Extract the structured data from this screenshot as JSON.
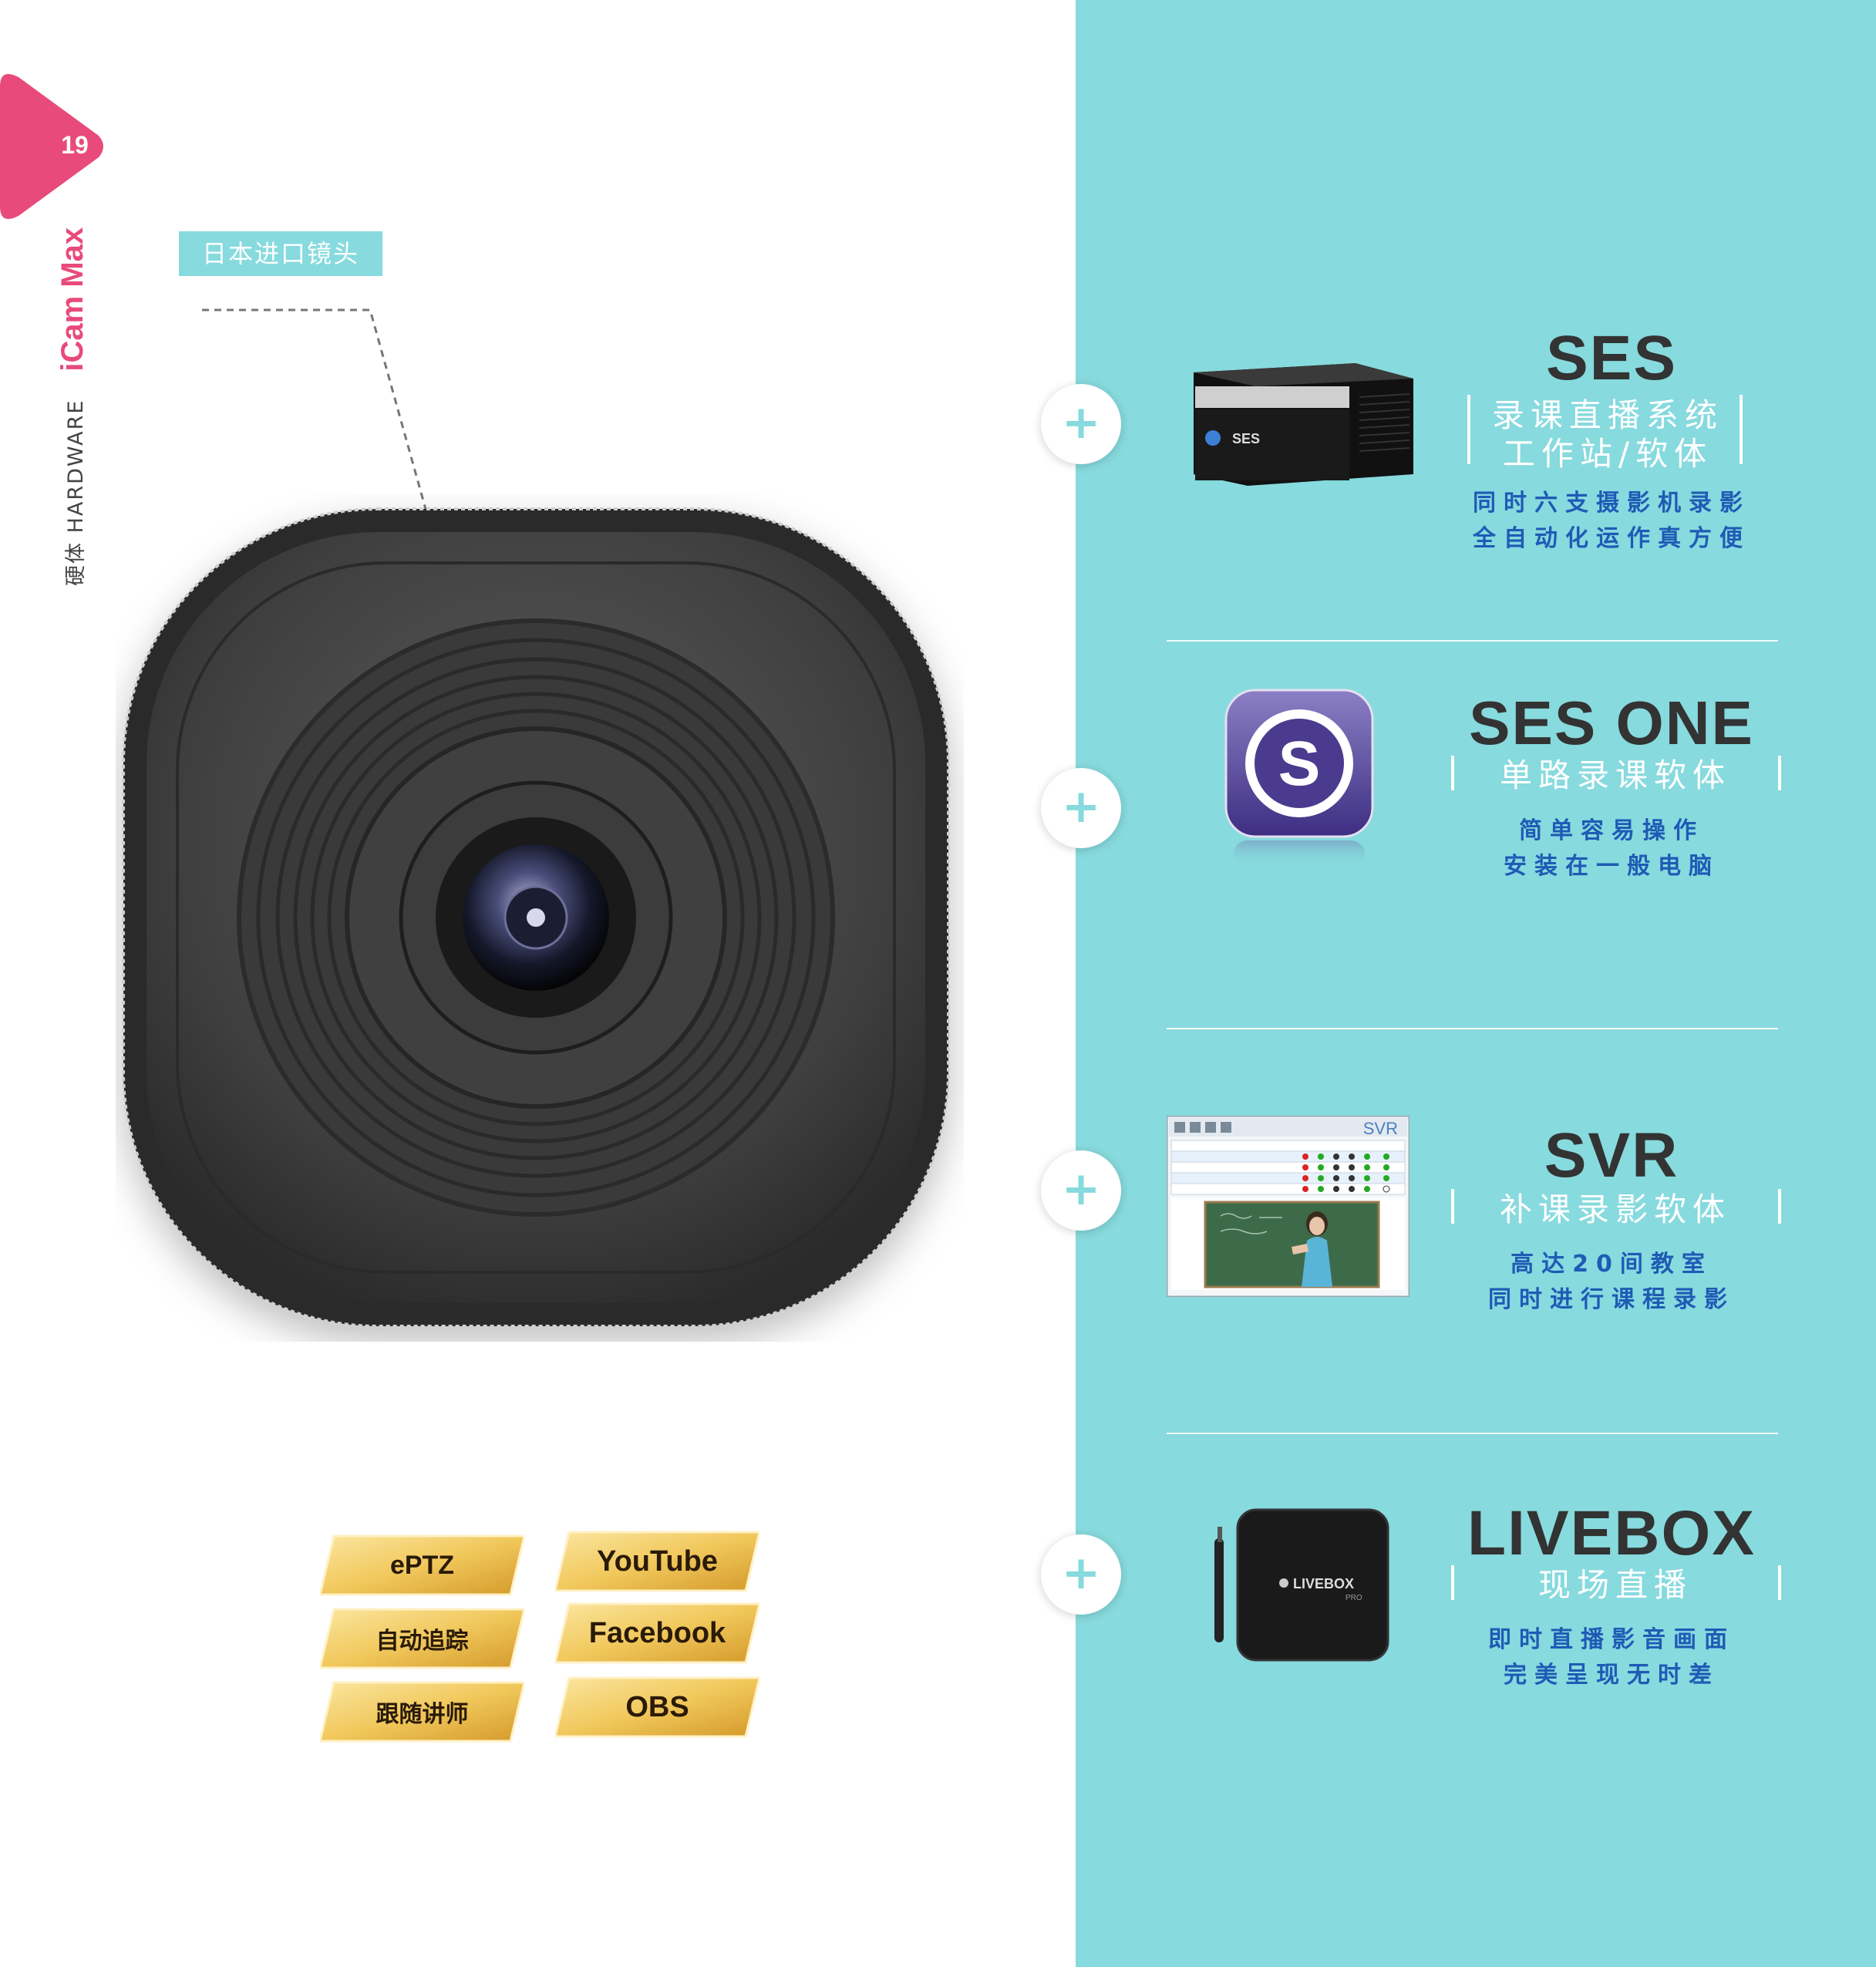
{
  "page": {
    "number": "19",
    "section_cn": "硬体",
    "section_en": "HARDWARE",
    "product": "iCam Max"
  },
  "lens_label": "日本进口镜头",
  "features": [
    "ePTZ",
    "自动追踪",
    "跟随讲师"
  ],
  "platforms": [
    "YouTube",
    "Facebook",
    "OBS"
  ],
  "colors": {
    "accent_pink": "#e84a7c",
    "panel_teal": "#87dade",
    "desc_blue": "#1f5bb5"
  },
  "plus_icon": "+",
  "products": [
    {
      "title": "SES",
      "subtitle": [
        "录课直播系统",
        "工作站/软体"
      ],
      "desc": [
        "同时六支摄影机录影",
        "全自动化运作真方便"
      ],
      "logo_text": "SES"
    },
    {
      "title": "SES ONE",
      "subtitle": [
        "单路录课软体"
      ],
      "desc": [
        "简单容易操作",
        "安装在一般电脑"
      ],
      "logo_text": "S"
    },
    {
      "title": "SVR",
      "subtitle": [
        "补课录影软体"
      ],
      "desc": [
        "高达20间教室",
        "同时进行课程录影"
      ],
      "logo_text": "SVR"
    },
    {
      "title": "LIVEBOX",
      "subtitle": [
        "现场直播"
      ],
      "desc": [
        "即时直播影音画面",
        "完美呈现无时差"
      ],
      "logo_text": "LIVEBOX",
      "logo_sub": "PRO"
    }
  ]
}
